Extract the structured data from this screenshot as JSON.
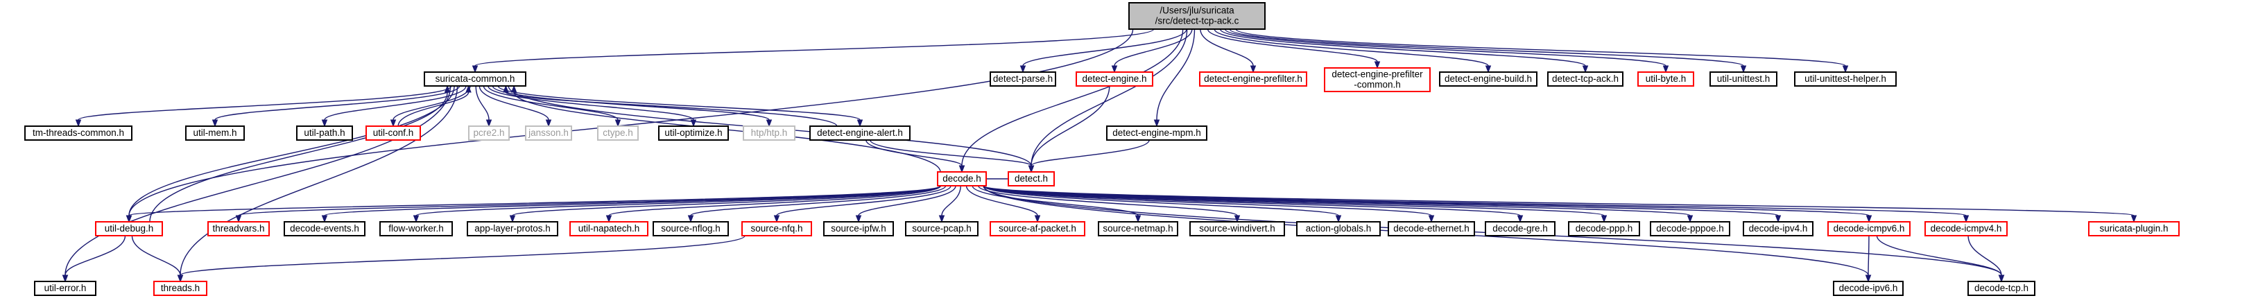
{
  "colors": {
    "edge": "#191970",
    "node_border": "#000000",
    "node_border_red": "#ff0000",
    "node_border_gray": "#bfbfbf",
    "root_fill": "#bfbfbf"
  },
  "nodes": [
    {
      "id": "root",
      "lines": [
        "/Users/jlu/suricata",
        "/src/detect-tcp-ack.c"
      ],
      "style": "root"
    },
    {
      "id": "suricata-common",
      "lines": [
        "suricata-common.h"
      ],
      "style": "normal"
    },
    {
      "id": "detect-parse",
      "lines": [
        "detect-parse.h"
      ],
      "style": "normal"
    },
    {
      "id": "detect-engine",
      "lines": [
        "detect-engine.h"
      ],
      "style": "red"
    },
    {
      "id": "detect-engine-prefilter",
      "lines": [
        "detect-engine-prefilter.h"
      ],
      "style": "red"
    },
    {
      "id": "detect-engine-prefilter-common",
      "lines": [
        "detect-engine-prefilter",
        "-common.h"
      ],
      "style": "red"
    },
    {
      "id": "detect-engine-build",
      "lines": [
        "detect-engine-build.h"
      ],
      "style": "normal"
    },
    {
      "id": "detect-tcp-ack",
      "lines": [
        "detect-tcp-ack.h"
      ],
      "style": "normal"
    },
    {
      "id": "util-byte",
      "lines": [
        "util-byte.h"
      ],
      "style": "red"
    },
    {
      "id": "util-unittest",
      "lines": [
        "util-unittest.h"
      ],
      "style": "normal"
    },
    {
      "id": "util-unittest-helper",
      "lines": [
        "util-unittest-helper.h"
      ],
      "style": "normal"
    },
    {
      "id": "tm-threads-common",
      "lines": [
        "tm-threads-common.h"
      ],
      "style": "normal"
    },
    {
      "id": "util-mem",
      "lines": [
        "util-mem.h"
      ],
      "style": "normal"
    },
    {
      "id": "util-path",
      "lines": [
        "util-path.h"
      ],
      "style": "normal"
    },
    {
      "id": "util-conf",
      "lines": [
        "util-conf.h"
      ],
      "style": "red"
    },
    {
      "id": "pcre2",
      "lines": [
        "pcre2.h"
      ],
      "style": "gray"
    },
    {
      "id": "jansson",
      "lines": [
        "jansson.h"
      ],
      "style": "gray"
    },
    {
      "id": "ctype",
      "lines": [
        "ctype.h"
      ],
      "style": "gray"
    },
    {
      "id": "util-optimize",
      "lines": [
        "util-optimize.h"
      ],
      "style": "normal"
    },
    {
      "id": "htp",
      "lines": [
        "htp/htp.h"
      ],
      "style": "gray"
    },
    {
      "id": "detect-engine-alert",
      "lines": [
        "detect-engine-alert.h"
      ],
      "style": "normal"
    },
    {
      "id": "detect-engine-mpm",
      "lines": [
        "detect-engine-mpm.h"
      ],
      "style": "normal"
    },
    {
      "id": "decode",
      "lines": [
        "decode.h"
      ],
      "style": "red"
    },
    {
      "id": "detect",
      "lines": [
        "detect.h"
      ],
      "style": "red"
    },
    {
      "id": "util-debug",
      "lines": [
        "util-debug.h"
      ],
      "style": "red"
    },
    {
      "id": "threadvars",
      "lines": [
        "threadvars.h"
      ],
      "style": "red"
    },
    {
      "id": "decode-events",
      "lines": [
        "decode-events.h"
      ],
      "style": "normal"
    },
    {
      "id": "flow-worker",
      "lines": [
        "flow-worker.h"
      ],
      "style": "normal"
    },
    {
      "id": "app-layer-protos",
      "lines": [
        "app-layer-protos.h"
      ],
      "style": "normal"
    },
    {
      "id": "util-napatech",
      "lines": [
        "util-napatech.h"
      ],
      "style": "red"
    },
    {
      "id": "source-nflog",
      "lines": [
        "source-nflog.h"
      ],
      "style": "normal"
    },
    {
      "id": "source-nfq",
      "lines": [
        "source-nfq.h"
      ],
      "style": "red"
    },
    {
      "id": "source-ipfw",
      "lines": [
        "source-ipfw.h"
      ],
      "style": "normal"
    },
    {
      "id": "source-pcap",
      "lines": [
        "source-pcap.h"
      ],
      "style": "normal"
    },
    {
      "id": "source-af-packet",
      "lines": [
        "source-af-packet.h"
      ],
      "style": "red"
    },
    {
      "id": "source-netmap",
      "lines": [
        "source-netmap.h"
      ],
      "style": "normal"
    },
    {
      "id": "source-windivert",
      "lines": [
        "source-windivert.h"
      ],
      "style": "normal"
    },
    {
      "id": "action-globals",
      "lines": [
        "action-globals.h"
      ],
      "style": "normal"
    },
    {
      "id": "decode-ethernet",
      "lines": [
        "decode-ethernet.h"
      ],
      "style": "normal"
    },
    {
      "id": "decode-gre",
      "lines": [
        "decode-gre.h"
      ],
      "style": "normal"
    },
    {
      "id": "decode-ppp",
      "lines": [
        "decode-ppp.h"
      ],
      "style": "normal"
    },
    {
      "id": "decode-pppoe",
      "lines": [
        "decode-pppoe.h"
      ],
      "style": "normal"
    },
    {
      "id": "decode-ipv4",
      "lines": [
        "decode-ipv4.h"
      ],
      "style": "normal"
    },
    {
      "id": "decode-icmpv6",
      "lines": [
        "decode-icmpv6.h"
      ],
      "style": "red"
    },
    {
      "id": "decode-icmpv4",
      "lines": [
        "decode-icmpv4.h"
      ],
      "style": "red"
    },
    {
      "id": "suricata-plugin",
      "lines": [
        "suricata-plugin.h"
      ],
      "style": "red"
    },
    {
      "id": "util-error",
      "lines": [
        "util-error.h"
      ],
      "style": "normal"
    },
    {
      "id": "threads",
      "lines": [
        "threads.h"
      ],
      "style": "red"
    },
    {
      "id": "decode-ipv6",
      "lines": [
        "decode-ipv6.h"
      ],
      "style": "normal"
    },
    {
      "id": "decode-tcp",
      "lines": [
        "decode-tcp.h"
      ],
      "style": "normal"
    }
  ],
  "edges": [
    [
      "root",
      "suricata-common"
    ],
    [
      "root",
      "detect-parse"
    ],
    [
      "root",
      "detect-engine"
    ],
    [
      "root",
      "detect-engine-prefilter"
    ],
    [
      "root",
      "detect-engine-prefilter-common"
    ],
    [
      "root",
      "detect-engine-build"
    ],
    [
      "root",
      "detect-tcp-ack"
    ],
    [
      "root",
      "util-byte"
    ],
    [
      "root",
      "util-unittest"
    ],
    [
      "root",
      "util-unittest-helper"
    ],
    [
      "root",
      "util-debug"
    ],
    [
      "root",
      "decode"
    ],
    [
      "root",
      "detect"
    ],
    [
      "root",
      "detect-engine-mpm"
    ],
    [
      "suricata-common",
      "tm-threads-common"
    ],
    [
      "suricata-common",
      "util-mem"
    ],
    [
      "suricata-common",
      "util-path"
    ],
    [
      "suricata-common",
      "util-conf"
    ],
    [
      "suricata-common",
      "pcre2"
    ],
    [
      "suricata-common",
      "jansson"
    ],
    [
      "suricata-common",
      "ctype"
    ],
    [
      "suricata-common",
      "util-optimize"
    ],
    [
      "suricata-common",
      "htp"
    ],
    [
      "suricata-common",
      "detect-engine-alert"
    ],
    [
      "suricata-common",
      "util-debug"
    ],
    [
      "suricata-common",
      "util-error"
    ],
    [
      "suricata-common",
      "threads"
    ],
    [
      "suricata-common",
      "detect"
    ],
    [
      "detect-engine",
      "detect"
    ],
    [
      "detect-engine-mpm",
      "detect"
    ],
    [
      "detect-engine-alert",
      "decode"
    ],
    [
      "detect-engine-alert",
      "detect"
    ],
    [
      "detect-engine-alert",
      "suricata-common"
    ],
    [
      "util-conf",
      "suricata-common"
    ],
    [
      "util-debug",
      "suricata-common"
    ],
    [
      "decode",
      "suricata-common"
    ],
    [
      "decode",
      "detect"
    ],
    [
      "decode",
      "util-debug"
    ],
    [
      "decode",
      "threadvars"
    ],
    [
      "decode",
      "decode-events"
    ],
    [
      "decode",
      "flow-worker"
    ],
    [
      "decode",
      "app-layer-protos"
    ],
    [
      "decode",
      "util-napatech"
    ],
    [
      "decode",
      "source-nflog"
    ],
    [
      "decode",
      "source-nfq"
    ],
    [
      "decode",
      "source-ipfw"
    ],
    [
      "decode",
      "source-pcap"
    ],
    [
      "decode",
      "source-af-packet"
    ],
    [
      "decode",
      "source-netmap"
    ],
    [
      "decode",
      "source-windivert"
    ],
    [
      "decode",
      "action-globals"
    ],
    [
      "decode",
      "decode-ethernet"
    ],
    [
      "decode",
      "decode-gre"
    ],
    [
      "decode",
      "decode-ppp"
    ],
    [
      "decode",
      "decode-pppoe"
    ],
    [
      "decode",
      "decode-ipv4"
    ],
    [
      "decode",
      "decode-icmpv6"
    ],
    [
      "decode",
      "decode-icmpv4"
    ],
    [
      "decode",
      "suricata-plugin"
    ],
    [
      "decode",
      "decode-ipv6"
    ],
    [
      "decode",
      "decode-tcp"
    ],
    [
      "util-debug",
      "util-error"
    ],
    [
      "util-debug",
      "threads"
    ],
    [
      "source-nfq",
      "threads"
    ],
    [
      "decode-icmpv6",
      "decode-ipv6"
    ],
    [
      "decode-icmpv6",
      "decode-tcp"
    ],
    [
      "decode-icmpv4",
      "decode-tcp"
    ]
  ]
}
